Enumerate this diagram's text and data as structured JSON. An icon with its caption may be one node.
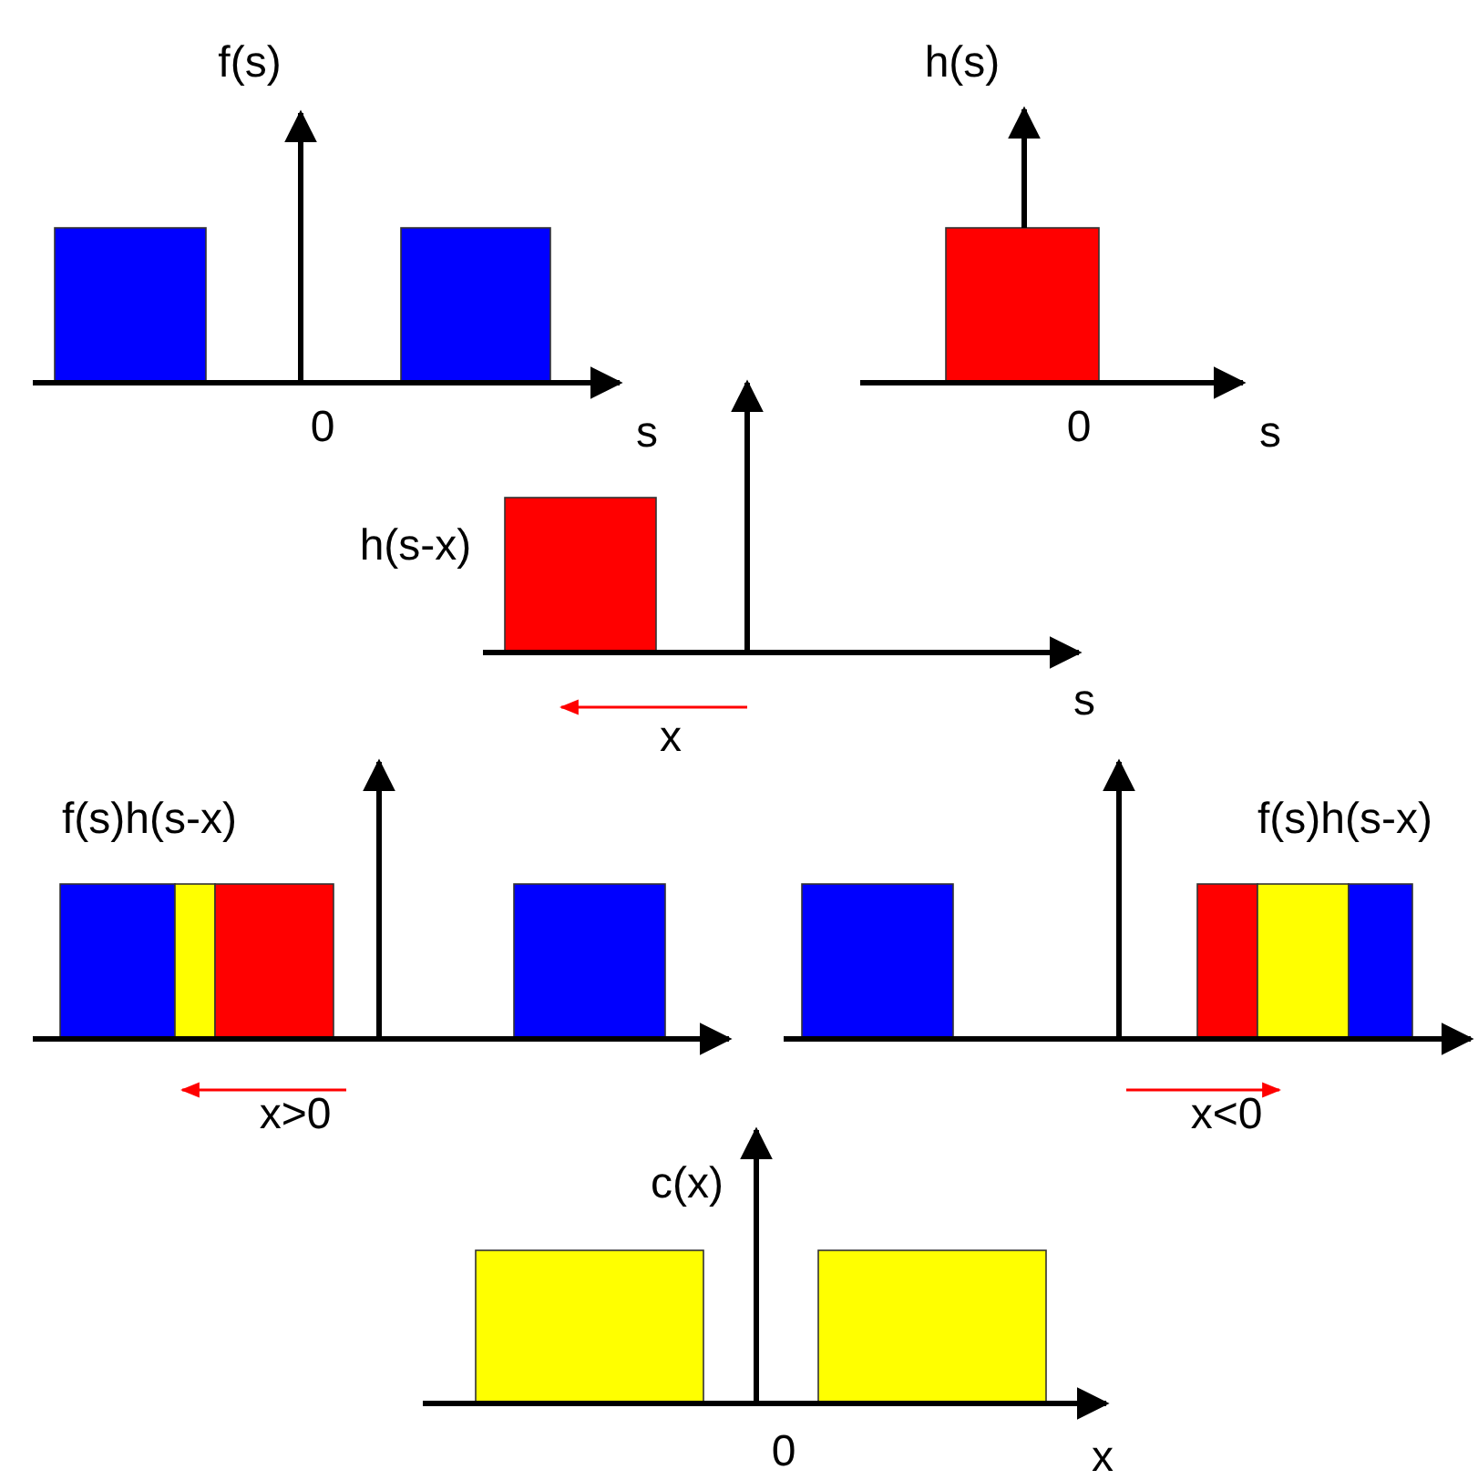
{
  "diagram": {
    "labels": [
      "f(s)",
      "0",
      "s",
      "h(s)",
      "0",
      "s",
      "h(s-x)",
      "s",
      "x",
      "f(s)h(s-x)",
      "x>0",
      "f(s)h(s-x)",
      "x<0",
      "c(x)",
      "0",
      "x"
    ]
  }
}
